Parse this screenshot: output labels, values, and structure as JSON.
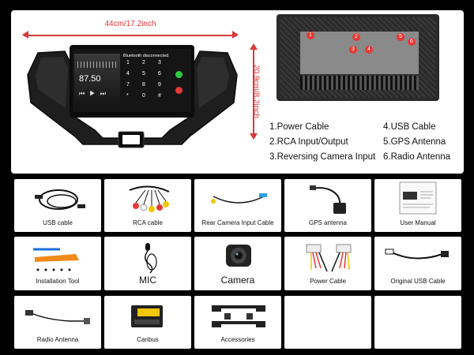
{
  "dimensions": {
    "width": "44cm/17.2inch",
    "height": "20.9cm/8.2inch"
  },
  "headunit_screen": {
    "radio_freq": "87.50",
    "bluetooth_status": "Bluetooth disconnected",
    "keypad": [
      "1",
      "2",
      "3",
      "4",
      "5",
      "6",
      "7",
      "8",
      "9",
      "*",
      "0",
      "#"
    ]
  },
  "rear_panel_numbers": [
    "1",
    "2",
    "3",
    "4",
    "5",
    "6"
  ],
  "legend": [
    "1.Power Cable",
    "2.RCA Input/Output",
    "3.Reversing Camera Input",
    "4.USB Cable",
    "5.GPS Antenna",
    "6.Radio Antenna"
  ],
  "accessories": [
    "USB cable",
    "RCA cable",
    "Rear Camera Input Cable",
    "GPS antenna",
    "User Manual",
    "Installation Tool",
    "MIC",
    "Camera",
    "Power Cable",
    "Original USB Cable",
    "Radio Antenna",
    "Canbus",
    "Accessories"
  ],
  "colors": {
    "dimension_red": "#e03030",
    "background": "#000000",
    "panel": "#ffffff"
  }
}
